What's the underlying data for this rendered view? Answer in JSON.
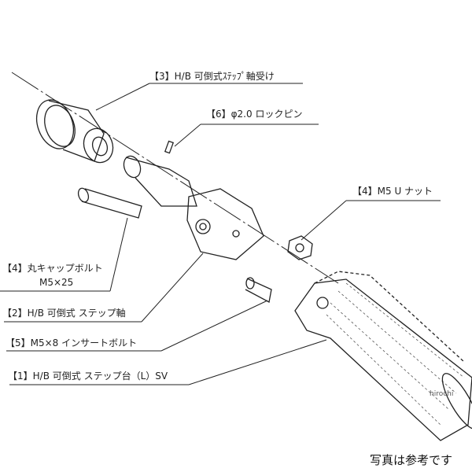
{
  "labels": {
    "part3": "【3】H/B 可倒式ｽﾃｯﾌﾟ軸受け",
    "part6": "【6】φ2.0 ロックピン",
    "part4_nut": "【4】M5 U ナット",
    "part4_bolt": "【4】丸キャップボルト",
    "part4_bolt_size": "M5×25",
    "part2": "【2】H/B 可倒式 ステップ軸",
    "part5": "【5】M5×8 インサートボルト",
    "part1": "【1】H/B 可倒式 ステップ台（L）SV"
  },
  "watermark": "hirochi",
  "note": "写真は参考です"
}
